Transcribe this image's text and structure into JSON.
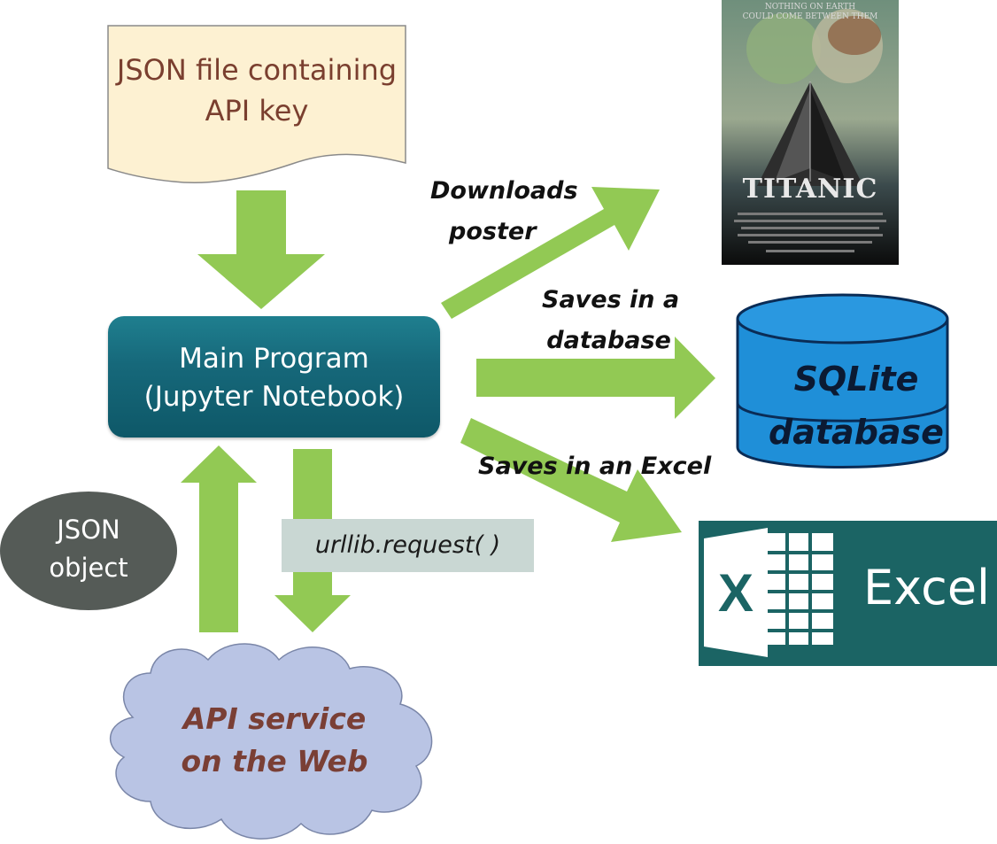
{
  "diagram": {
    "document": {
      "text_line1": "JSON file containing",
      "text_line2": "API key"
    },
    "main_program": {
      "line1": "Main Program",
      "line2": "(Jupyter Notebook)"
    },
    "json_object": {
      "line1": "JSON",
      "line2": "object"
    },
    "request_label": "urllib.request( )",
    "api_service": {
      "line1": "API service",
      "line2": "on the Web"
    },
    "edges": {
      "downloads_line1": "Downloads",
      "downloads_line2": "poster",
      "saves_db_line1": "Saves in a",
      "saves_db_line2": "database",
      "saves_excel": "Saves in an Excel"
    },
    "sqlite": {
      "line1": "SQLite",
      "line2": "database"
    },
    "excel": {
      "word": "Excel",
      "letter": "X"
    },
    "poster": {
      "tagline_line1": "NOTHING ON EARTH",
      "tagline_line2": "COULD COME BETWEEN THEM",
      "title": "TITANIC"
    }
  },
  "colors": {
    "arrow": "#92c954",
    "main_box": "#16687a",
    "document_fill": "#fdf1d2",
    "cloud_fill": "#b9c4e4",
    "cylinder": "#1f8fd8",
    "excel_bg": "#1b6464",
    "json_object_fill": "#555b57"
  },
  "icons": [
    "document-shape",
    "cloud-shape",
    "database-cylinder-icon",
    "excel-logo-icon",
    "titanic-poster-image"
  ]
}
